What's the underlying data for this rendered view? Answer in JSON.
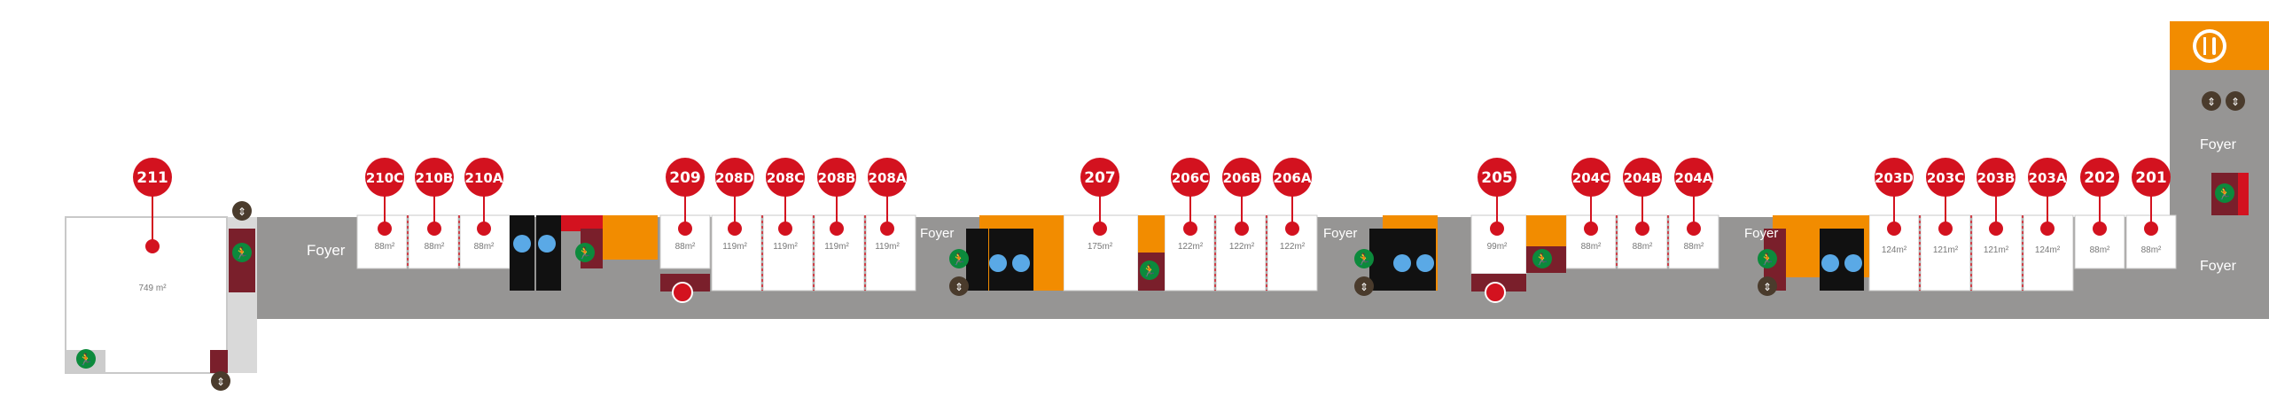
{
  "colors": {
    "corridor": "#969594",
    "room": "#ffffff",
    "room_border": "#c9c9c9",
    "marker": "#d3121f",
    "accent": "#f28c00",
    "service": "#7a1f2b",
    "escape": "#0c8a3c",
    "lift": "#4a3b2c",
    "restroom": "#5aa9e6",
    "dark": "#111111"
  },
  "rooms": [
    {
      "id": "211",
      "area": "749 m²"
    },
    {
      "id": "210C",
      "area": "88m²"
    },
    {
      "id": "210B",
      "area": "88m²"
    },
    {
      "id": "210A",
      "area": "88m²"
    },
    {
      "id": "209",
      "area": "88m²"
    },
    {
      "id": "208D",
      "area": "119m²"
    },
    {
      "id": "208C",
      "area": "119m²"
    },
    {
      "id": "208B",
      "area": "119m²"
    },
    {
      "id": "208A",
      "area": "119m²"
    },
    {
      "id": "207",
      "area": "175m²"
    },
    {
      "id": "206C",
      "area": "122m²"
    },
    {
      "id": "206B",
      "area": "122m²"
    },
    {
      "id": "206A",
      "area": "122m²"
    },
    {
      "id": "205",
      "area": "99m²"
    },
    {
      "id": "204C",
      "area": "88m²"
    },
    {
      "id": "204B",
      "area": "88m²"
    },
    {
      "id": "204A",
      "area": "88m²"
    },
    {
      "id": "203D",
      "area": "124m²"
    },
    {
      "id": "203C",
      "area": "121m²"
    },
    {
      "id": "203B",
      "area": "121m²"
    },
    {
      "id": "203A",
      "area": "124m²"
    },
    {
      "id": "202",
      "area": "88m²"
    },
    {
      "id": "201",
      "area": "88m²"
    }
  ],
  "foyers": [
    "Foyer",
    "Foyer",
    "Foyer",
    "Foyer",
    "Foyer",
    "Foyer"
  ],
  "icons": {
    "restaurant": "restaurant-icon",
    "escape": "emergency-exit-icon",
    "lift": "lift-icon",
    "restroom": "restroom-icon",
    "stairs": "stairs-icon"
  }
}
